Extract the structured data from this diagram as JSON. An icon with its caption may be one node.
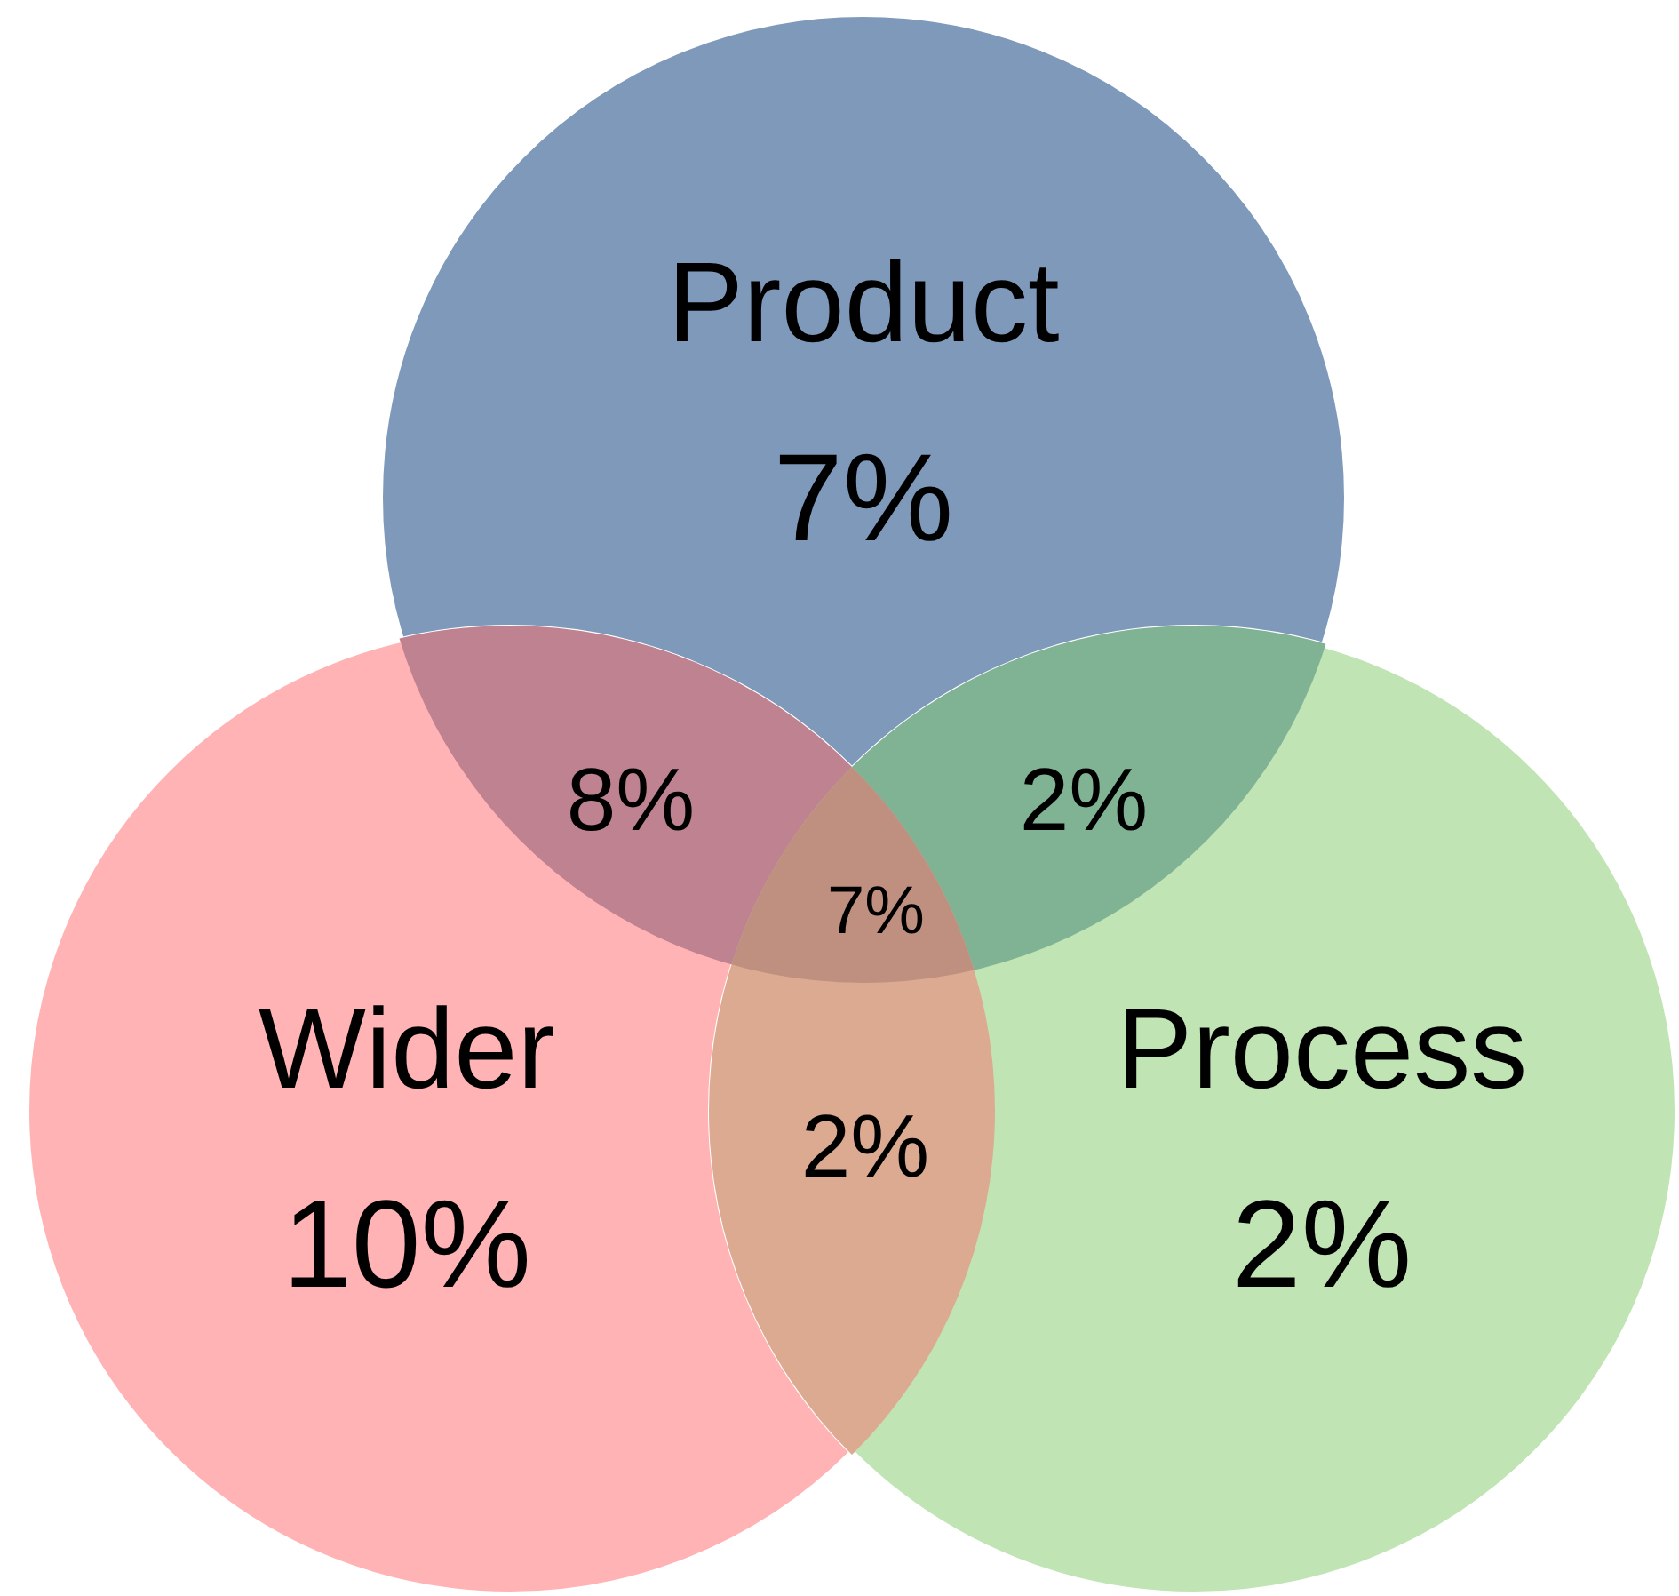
{
  "diagram": {
    "nodes": [
      {
        "text": [
          "Product",
          "7%"
        ]
      },
      {
        "text": [
          "Wider",
          "10%"
        ]
      },
      {
        "text": [
          "Process",
          "2%"
        ]
      }
    ],
    "labels": [
      "8%",
      "2%",
      "7%",
      "2%"
    ]
  }
}
